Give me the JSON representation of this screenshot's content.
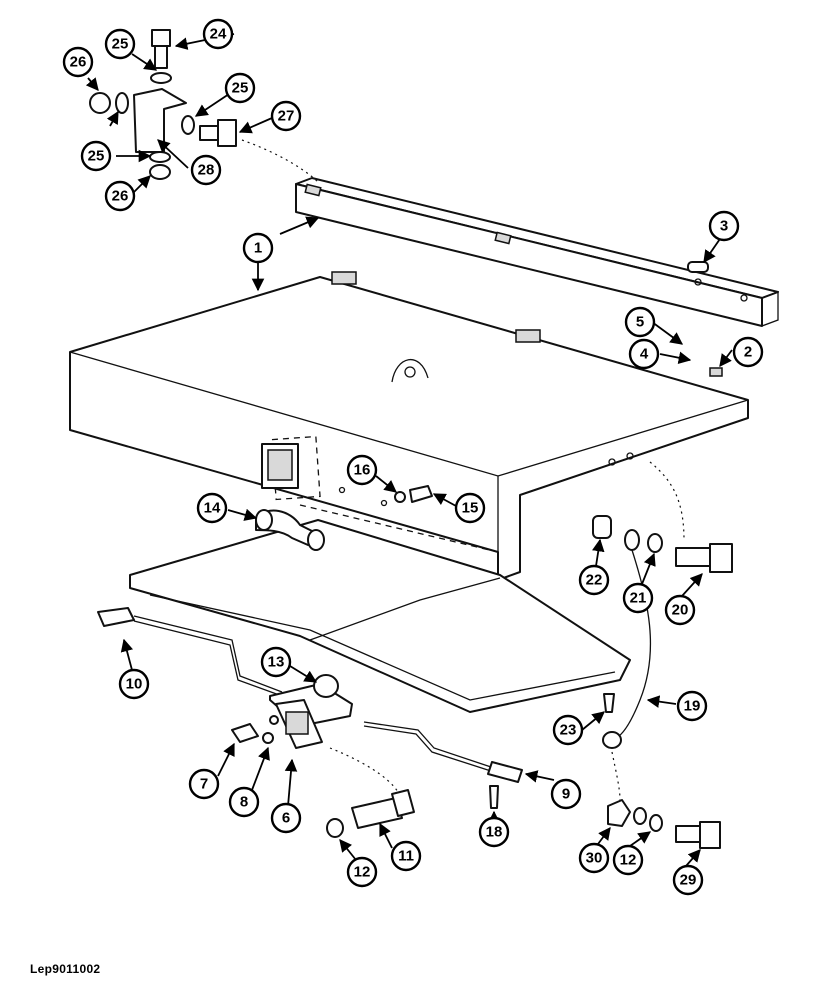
{
  "drawing_code": "Lep9011002",
  "callouts": [
    {
      "id": "c1",
      "label": "1"
    },
    {
      "id": "c2",
      "label": "2"
    },
    {
      "id": "c3",
      "label": "3"
    },
    {
      "id": "c4",
      "label": "4"
    },
    {
      "id": "c5",
      "label": "5"
    },
    {
      "id": "c6",
      "label": "6"
    },
    {
      "id": "c7",
      "label": "7"
    },
    {
      "id": "c8",
      "label": "8"
    },
    {
      "id": "c9",
      "label": "9"
    },
    {
      "id": "c10",
      "label": "10"
    },
    {
      "id": "c11",
      "label": "11"
    },
    {
      "id": "c12a",
      "label": "12"
    },
    {
      "id": "c12b",
      "label": "12"
    },
    {
      "id": "c13",
      "label": "13"
    },
    {
      "id": "c14",
      "label": "14"
    },
    {
      "id": "c15",
      "label": "15"
    },
    {
      "id": "c16",
      "label": "16"
    },
    {
      "id": "c18",
      "label": "18"
    },
    {
      "id": "c19",
      "label": "19"
    },
    {
      "id": "c20",
      "label": "20"
    },
    {
      "id": "c21",
      "label": "21"
    },
    {
      "id": "c22",
      "label": "22"
    },
    {
      "id": "c23",
      "label": "23"
    },
    {
      "id": "c24",
      "label": "24"
    },
    {
      "id": "c25a",
      "label": "25"
    },
    {
      "id": "c25b",
      "label": "25"
    },
    {
      "id": "c25c",
      "label": "25"
    },
    {
      "id": "c26a",
      "label": "26"
    },
    {
      "id": "c26b",
      "label": "26"
    },
    {
      "id": "c27",
      "label": "27"
    },
    {
      "id": "c28",
      "label": "28"
    },
    {
      "id": "c29",
      "label": "29"
    },
    {
      "id": "c30",
      "label": "30"
    }
  ]
}
